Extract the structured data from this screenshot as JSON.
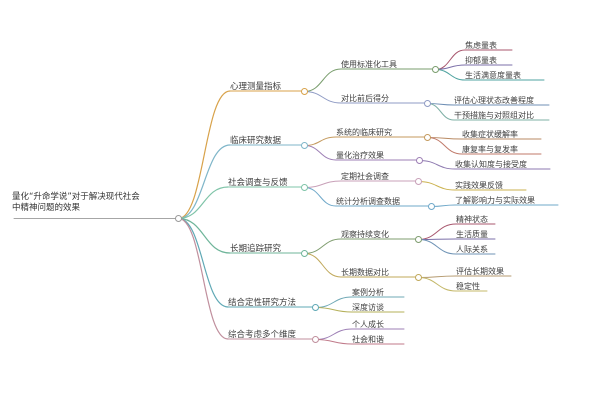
{
  "diagram": {
    "type": "mindmap",
    "title": "量化“升命学说”对于解决现代社会中精神问题的效果",
    "background": "#ffffff",
    "root": {
      "label": "量化“升命学说”对于解决现代社会中精神问题的效果",
      "color": "#9a9a9a"
    },
    "branches": [
      {
        "label": "心理测量指标",
        "color": "#d8a24a",
        "children": [
          {
            "label": "使用标准化工具",
            "color": "#7a9e6e",
            "children": [
              {
                "label": "焦虑量表",
                "color": "#a8576e"
              },
              {
                "label": "抑郁量表",
                "color": "#7b6fa8"
              },
              {
                "label": "生活满意度量表",
                "color": "#4fa3a0"
              }
            ]
          },
          {
            "label": "对比前后得分",
            "color": "#8f9bc4",
            "children": [
              {
                "label": "评估心理状态改善程度",
                "color": "#6f8fb5"
              },
              {
                "label": "干预措施与对照组对比",
                "color": "#7fb0a6"
              }
            ]
          }
        ]
      },
      {
        "label": "临床研究数据",
        "color": "#7fb6c9",
        "children": [
          {
            "label": "系统的临床研究",
            "color": "#c49a5e",
            "children": [
              {
                "label": "收集症状缓解率",
                "color": "#b98a63"
              },
              {
                "label": "康复率与复发率",
                "color": "#c07a6a"
              }
            ]
          },
          {
            "label": "量化治疗效果",
            "color": "#9d7fb5",
            "children": [
              {
                "label": "收集认知度与接受度",
                "color": "#8e7ab0"
              }
            ]
          }
        ]
      },
      {
        "label": "社会调查与反馈",
        "color": "#7fc4a8",
        "children": [
          {
            "label": "定期社会调查",
            "color": "#c8a0b8",
            "children": [
              {
                "label": "实践效果反馈",
                "color": "#cbb24f"
              }
            ]
          },
          {
            "label": "统计分析调查数据",
            "color": "#6fa8c9",
            "children": [
              {
                "label": "了解影响力与实际效果",
                "color": "#6fa8c9"
              }
            ]
          }
        ]
      },
      {
        "label": "长期追踪研究",
        "color": "#6fb59a",
        "children": [
          {
            "label": "观察持续变化",
            "color": "#7f9d6f",
            "children": [
              {
                "label": "精神状态",
                "color": "#a8576e"
              },
              {
                "label": "生活质量",
                "color": "#7b6fa8"
              },
              {
                "label": "人际关系",
                "color": "#6f93b5"
              }
            ]
          },
          {
            "label": "长期数据对比",
            "color": "#c0a85a",
            "children": [
              {
                "label": "评估长期效果",
                "color": "#b59a6f"
              },
              {
                "label": "稳定性",
                "color": "#c4b86a"
              }
            ]
          }
        ]
      },
      {
        "label": "结合定性研究方法",
        "color": "#5fa8b5",
        "children": [
          {
            "label": "案例分析",
            "color": "#6fa8b5",
            "children": []
          },
          {
            "label": "深度访谈",
            "color": "#b5b05a",
            "children": []
          }
        ]
      },
      {
        "label": "综合考虑多个维度",
        "color": "#c08f9d",
        "children": [
          {
            "label": "个人成长",
            "color": "#9d7fb5",
            "children": []
          },
          {
            "label": "社会和谐",
            "color": "#c07a8a",
            "children": []
          }
        ]
      }
    ]
  }
}
